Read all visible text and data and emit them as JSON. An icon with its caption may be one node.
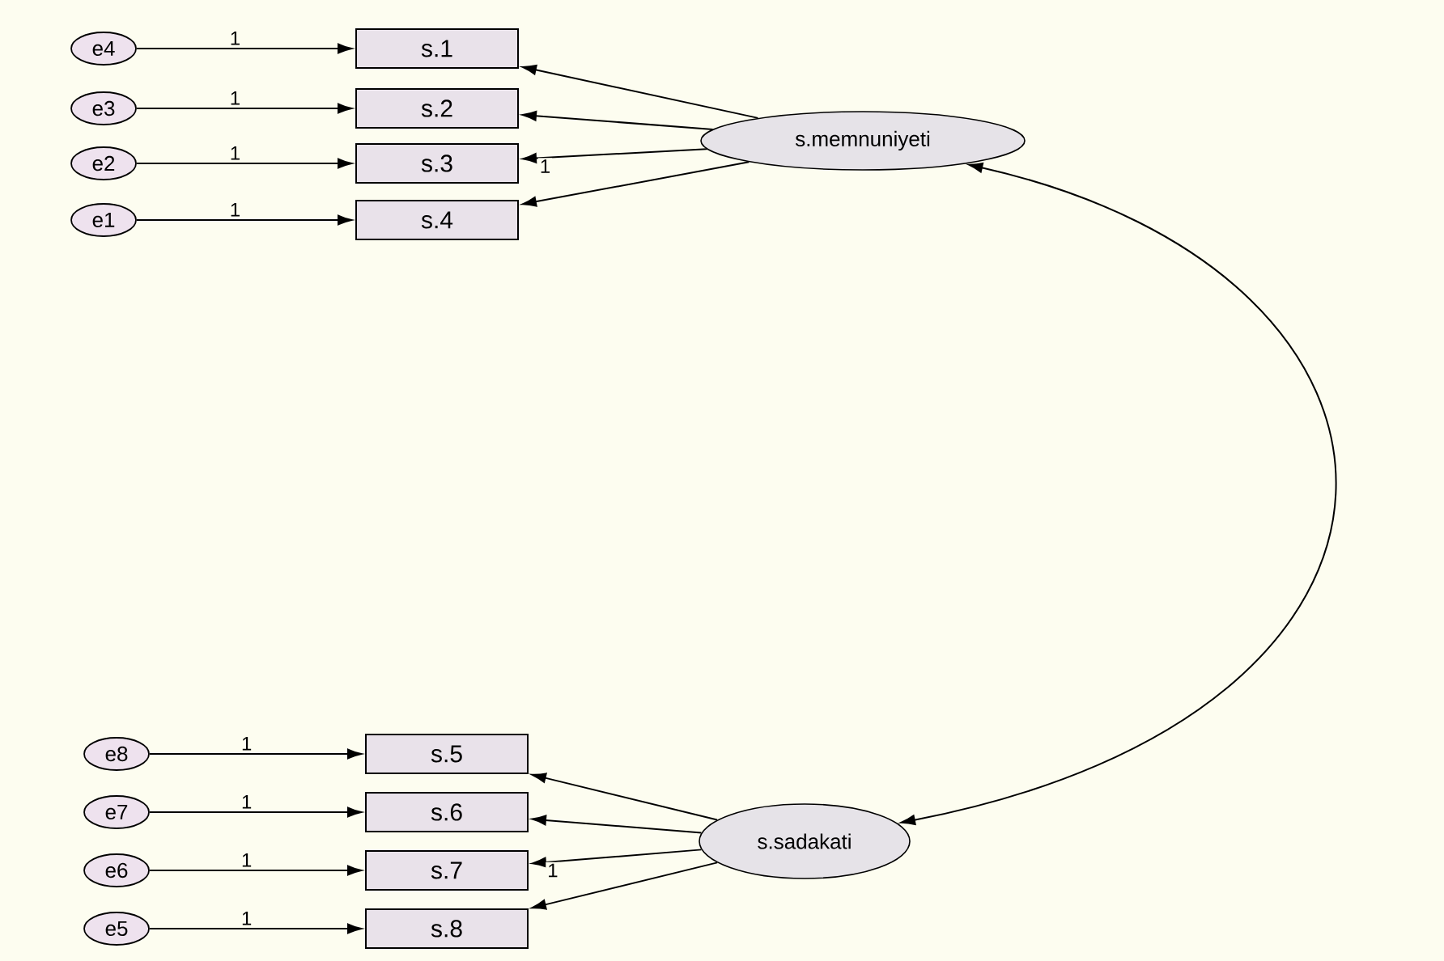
{
  "diagram": {
    "nodes": [
      {
        "text": [
          "e4"
        ]
      },
      {
        "text": [
          "e3"
        ]
      },
      {
        "text": [
          "e2"
        ]
      },
      {
        "text": [
          "e1"
        ]
      },
      {
        "text": [
          "s.1"
        ]
      },
      {
        "text": [
          "s.2"
        ]
      },
      {
        "text": [
          "s.3"
        ]
      },
      {
        "text": [
          "s.4"
        ]
      },
      {
        "text": [
          "s.memnuniyeti"
        ]
      },
      {
        "text": [
          "e8"
        ]
      },
      {
        "text": [
          "e7"
        ]
      },
      {
        "text": [
          "e6"
        ]
      },
      {
        "text": [
          "e5"
        ]
      },
      {
        "text": [
          "s.5"
        ]
      },
      {
        "text": [
          "s.6"
        ]
      },
      {
        "text": [
          "s.7"
        ]
      },
      {
        "text": [
          "s.8"
        ]
      },
      {
        "text": [
          "s.sadakati"
        ]
      }
    ],
    "edges": [
      {
        "from": 0,
        "to": 4,
        "arrow": "to",
        "label": "1"
      },
      {
        "from": 1,
        "to": 5,
        "arrow": "to",
        "label": "1"
      },
      {
        "from": 2,
        "to": 6,
        "arrow": "to",
        "label": "1"
      },
      {
        "from": 3,
        "to": 7,
        "arrow": "to",
        "label": "1"
      },
      {
        "from": 8,
        "to": 4,
        "arrow": "to"
      },
      {
        "from": 8,
        "to": 5,
        "arrow": "to"
      },
      {
        "from": 8,
        "to": 6,
        "arrow": "to",
        "label": "1"
      },
      {
        "from": 8,
        "to": 7,
        "arrow": "to"
      },
      {
        "from": 9,
        "to": 13,
        "arrow": "to",
        "label": "1"
      },
      {
        "from": 10,
        "to": 14,
        "arrow": "to",
        "label": "1"
      },
      {
        "from": 11,
        "to": 15,
        "arrow": "to",
        "label": "1"
      },
      {
        "from": 12,
        "to": 16,
        "arrow": "to",
        "label": "1"
      },
      {
        "from": 17,
        "to": 13,
        "arrow": "to"
      },
      {
        "from": 17,
        "to": 14,
        "arrow": "to"
      },
      {
        "from": 17,
        "to": 15,
        "arrow": "to",
        "label": "1"
      },
      {
        "from": 17,
        "to": 16,
        "arrow": "to"
      },
      {
        "from": 8,
        "to": 17,
        "arrow": "both"
      }
    ]
  }
}
